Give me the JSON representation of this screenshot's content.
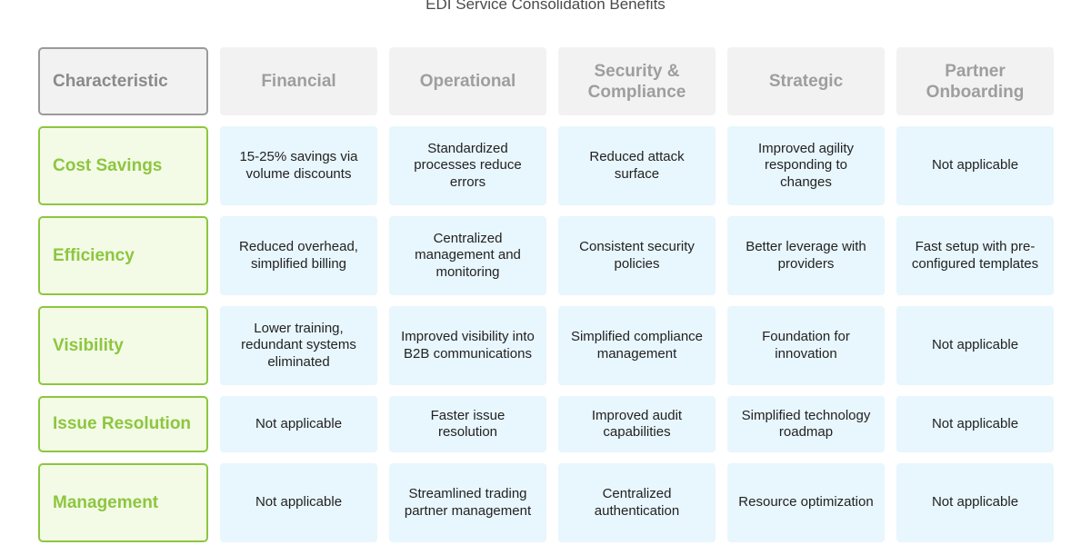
{
  "title": "EDI Service Consolidation Benefits",
  "header": {
    "corner": "Characteristic",
    "columns": [
      "Financial",
      "Operational",
      "Security & Compliance",
      "Strategic",
      "Partner Onboarding"
    ]
  },
  "rows": [
    {
      "label": "Cost Savings",
      "cells": [
        "15-25% savings via volume discounts",
        "Standardized processes reduce errors",
        "Reduced attack surface",
        "Improved agility responding to changes",
        "Not applicable"
      ]
    },
    {
      "label": "Efficiency",
      "cells": [
        "Reduced overhead, simplified billing",
        "Centralized management and monitoring",
        "Consistent security policies",
        "Better leverage with providers",
        "Fast setup with pre-configured templates"
      ]
    },
    {
      "label": "Visibility",
      "cells": [
        "Lower training, redundant systems eliminated",
        "Improved visibility into B2B communications",
        "Simplified compliance management",
        "Foundation for innovation",
        "Not applicable"
      ]
    },
    {
      "label": "Issue Resolution",
      "cells": [
        "Not applicable",
        "Faster issue resolution",
        "Improved audit capabilities",
        "Simplified technology roadmap",
        "Not applicable"
      ]
    },
    {
      "label": "Management",
      "cells": [
        "Not applicable",
        "Streamlined trading partner management",
        "Centralized authentication",
        "Resource optimization",
        "Not applicable"
      ]
    }
  ],
  "colors": {
    "header_bg": "#f2f2f2",
    "header_text": "#9e9e9e",
    "row_header_bg": "#f3fbe6",
    "row_header_accent": "#8dc63f",
    "cell_bg": "#e8f6fd"
  }
}
